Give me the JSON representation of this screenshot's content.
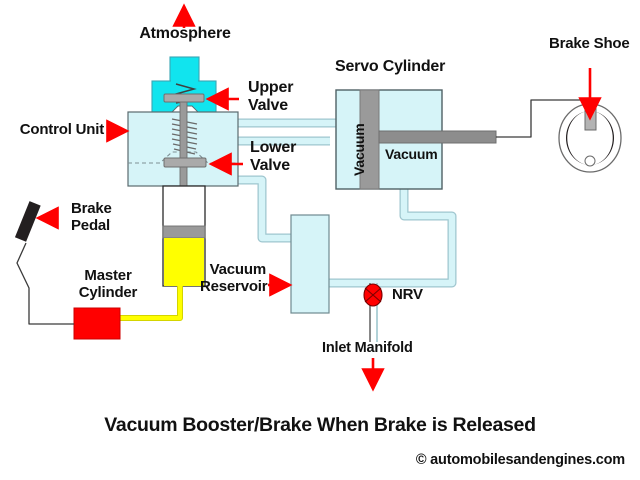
{
  "diagram": {
    "title": "Vacuum Booster/Brake When Brake is Released",
    "credit": "© automobilesandengines.com",
    "labels": {
      "atmosphere": "Atmosphere",
      "upper_valve": "Upper\nValve",
      "lower_valve": "Lower\nValve",
      "control_unit": "Control Unit",
      "servo_cylinder": "Servo Cylinder",
      "brake_shoe": "Brake Shoe",
      "brake_pedal": "Brake\nPedal",
      "master_cylinder": "Master\nCylinder",
      "vacuum_reservoir": "Vacuum\nReservoir",
      "nrv": "NRV",
      "inlet_manifold": "Inlet Manifold",
      "vacuum_left_chamber": "Vacuum",
      "vacuum_right_chamber": "Vacuum"
    },
    "colors": {
      "cyan": "#11e4ee",
      "light_blue": "#d6f4f8",
      "pipe_fill": "#d6f4f8",
      "gray": "#9a9a9a",
      "dark_gray": "#8d8d8d",
      "yellow": "#ffff00",
      "red": "#ff0000",
      "black": "#231f20",
      "outline": "#5a6a6e",
      "white": "#ffffff",
      "text": "#111111"
    }
  }
}
